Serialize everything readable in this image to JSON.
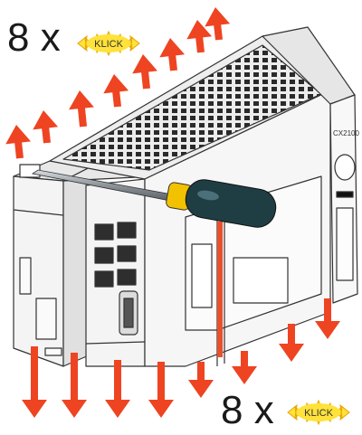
{
  "instruction_top": {
    "count": "8 x",
    "badge": "KLICK"
  },
  "instruction_bottom": {
    "count": "8 x",
    "badge": "KLICK"
  },
  "device": {
    "model_label": "CX2100"
  },
  "colors": {
    "arrow": "#ee4422",
    "starburst": "#ffe23a",
    "starburst_outline": "#e8a400",
    "device_body": "#f4f4f4",
    "device_outline": "#333333",
    "screwdriver_handle": "#1f3e44",
    "screwdriver_grip": "#f2c200"
  },
  "icons": [
    "arrow-up-icon",
    "arrow-down-icon",
    "starburst-icon",
    "screwdriver-icon"
  ]
}
